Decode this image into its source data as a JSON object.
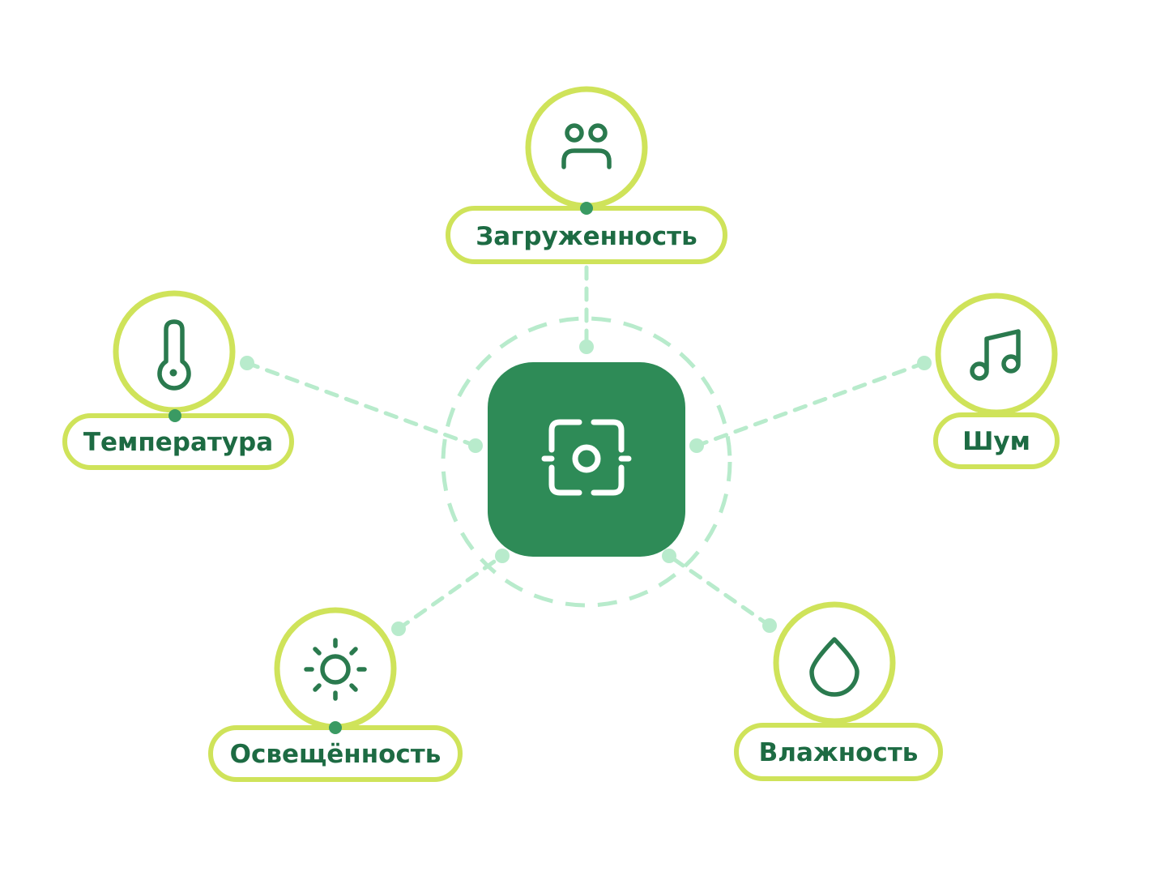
{
  "hub": {
    "icon": "sensor-hub-icon",
    "color": "#2e8b57"
  },
  "nodes": [
    {
      "id": "occupancy",
      "label": "Загруженность",
      "icon": "people-icon"
    },
    {
      "id": "temperature",
      "label": "Температура",
      "icon": "thermometer-icon"
    },
    {
      "id": "noise",
      "label": "Шум",
      "icon": "music-note-icon"
    },
    {
      "id": "illumination",
      "label": "Освещённость",
      "icon": "sun-icon"
    },
    {
      "id": "humidity",
      "label": "Влажность",
      "icon": "water-drop-icon"
    }
  ],
  "colors": {
    "accent": "#2e8b57",
    "ring": "#cfe35a",
    "connector": "#b8ebcc",
    "text": "#1d6b43"
  }
}
